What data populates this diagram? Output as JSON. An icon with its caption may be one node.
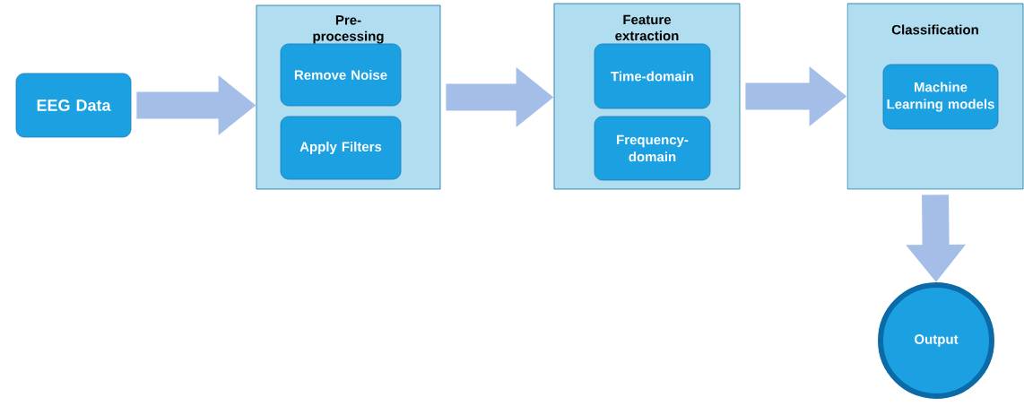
{
  "diagram": {
    "nodes": [
      {
        "text": [
          "EEG Data"
        ]
      },
      {
        "text": [
          "Pre- processing"
        ]
      },
      {
        "text": [
          "Remove Noise"
        ],
        "in": 1
      },
      {
        "text": [
          "Apply Filters"
        ],
        "in": 1
      },
      {
        "text": [
          "Feature extraction"
        ]
      },
      {
        "text": [
          "Time-domain"
        ],
        "in": 4
      },
      {
        "text": [
          "Frequency- domain"
        ],
        "in": 4
      },
      {
        "text": [
          "Classification"
        ]
      },
      {
        "text": [
          "Machine Learning models"
        ],
        "in": 7
      },
      {
        "text": [
          "Output"
        ]
      }
    ],
    "edges": [
      {
        "from": 0,
        "to": 1,
        "arrow": "to"
      },
      {
        "from": 1,
        "to": 4,
        "arrow": "to"
      },
      {
        "from": 4,
        "to": 7,
        "arrow": "to"
      },
      {
        "from": 7,
        "to": 9,
        "arrow": "to"
      }
    ]
  }
}
